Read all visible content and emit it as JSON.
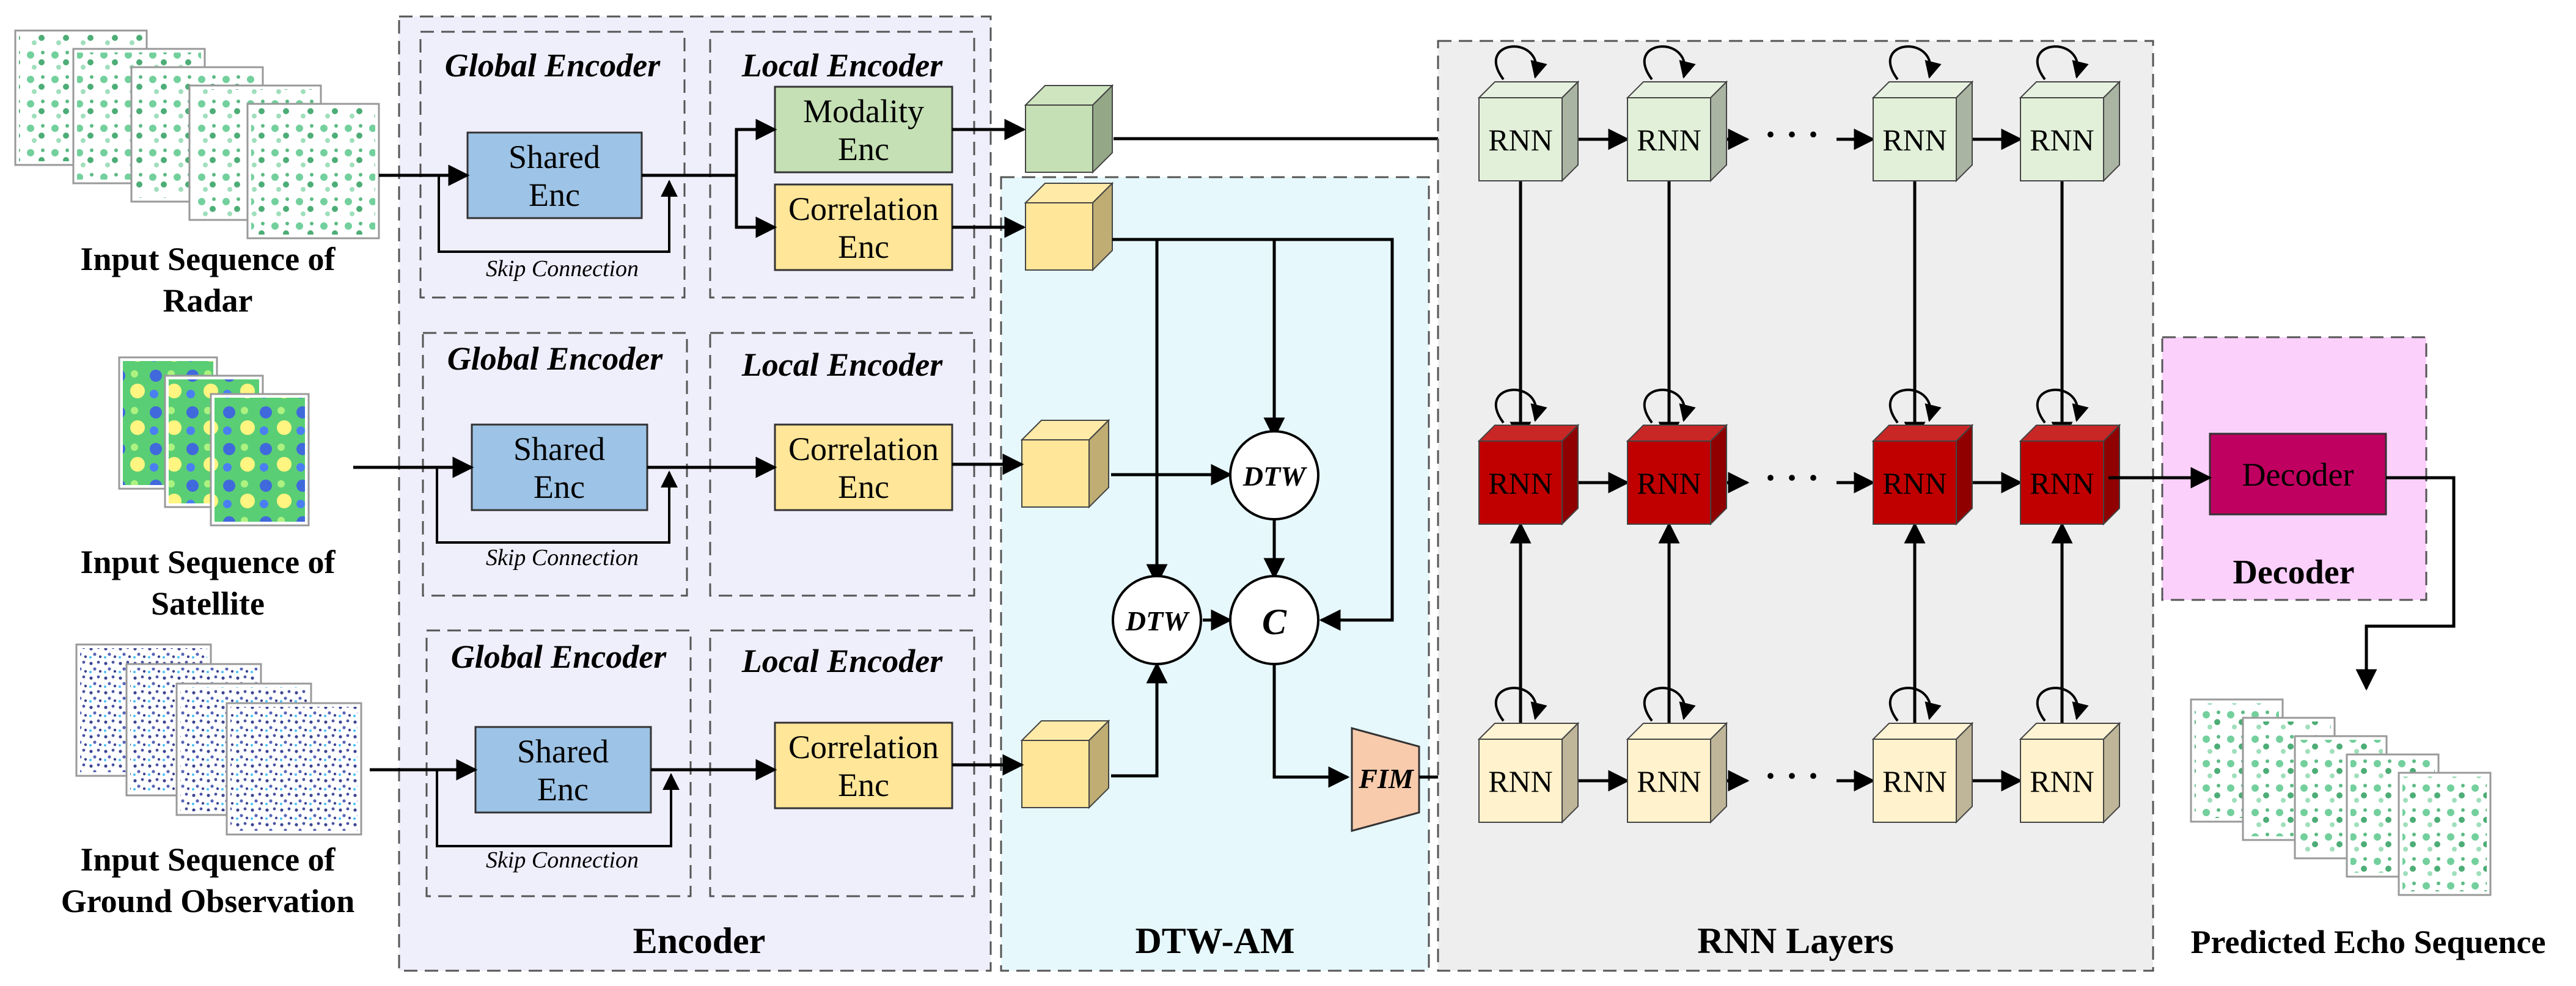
{
  "inputs": {
    "radar": {
      "line1": "Input Sequence of",
      "line2": "Radar"
    },
    "satellite": {
      "line1": "Input Sequence of",
      "line2": "Satellite"
    },
    "ground": {
      "line1": "Input Sequence of",
      "line2": "Ground Observation"
    }
  },
  "encoder": {
    "title": "Encoder",
    "global_encoder": "Global Encoder",
    "local_encoder": "Local Encoder",
    "shared_enc_1": "Shared",
    "shared_enc_2": "Enc",
    "skip_connection": "Skip Connection",
    "modality_1": "Modality",
    "modality_2": "Enc",
    "correlation_1": "Correlation",
    "correlation_2": "Enc"
  },
  "dtw_am": {
    "title": "DTW-AM",
    "dtw": "DTW",
    "c": "C",
    "fim": "FIM"
  },
  "rnn": {
    "title": "RNN Layers",
    "cell": "RNN",
    "ellipsis": "· · ·"
  },
  "decoder": {
    "title": "Decoder",
    "block": "Decoder"
  },
  "output": {
    "label": "Predicted Echo Sequence"
  },
  "colors": {
    "encoder_bg": "#EFEEFB",
    "dtw_bg": "#E6F8FC",
    "rnn_bg": "#EEEEEE",
    "decoder_bg": "#FBD0FB",
    "shared_enc": "#9DC3E6",
    "modality_enc": "#C5E0B4",
    "correlation_enc": "#FFE699",
    "rnn_top": "#E2F0D9",
    "rnn_mid": "#C00000",
    "rnn_bottom": "#FFF2CC",
    "decoder_block": "#C00060",
    "fim": "#F8CBAD"
  }
}
